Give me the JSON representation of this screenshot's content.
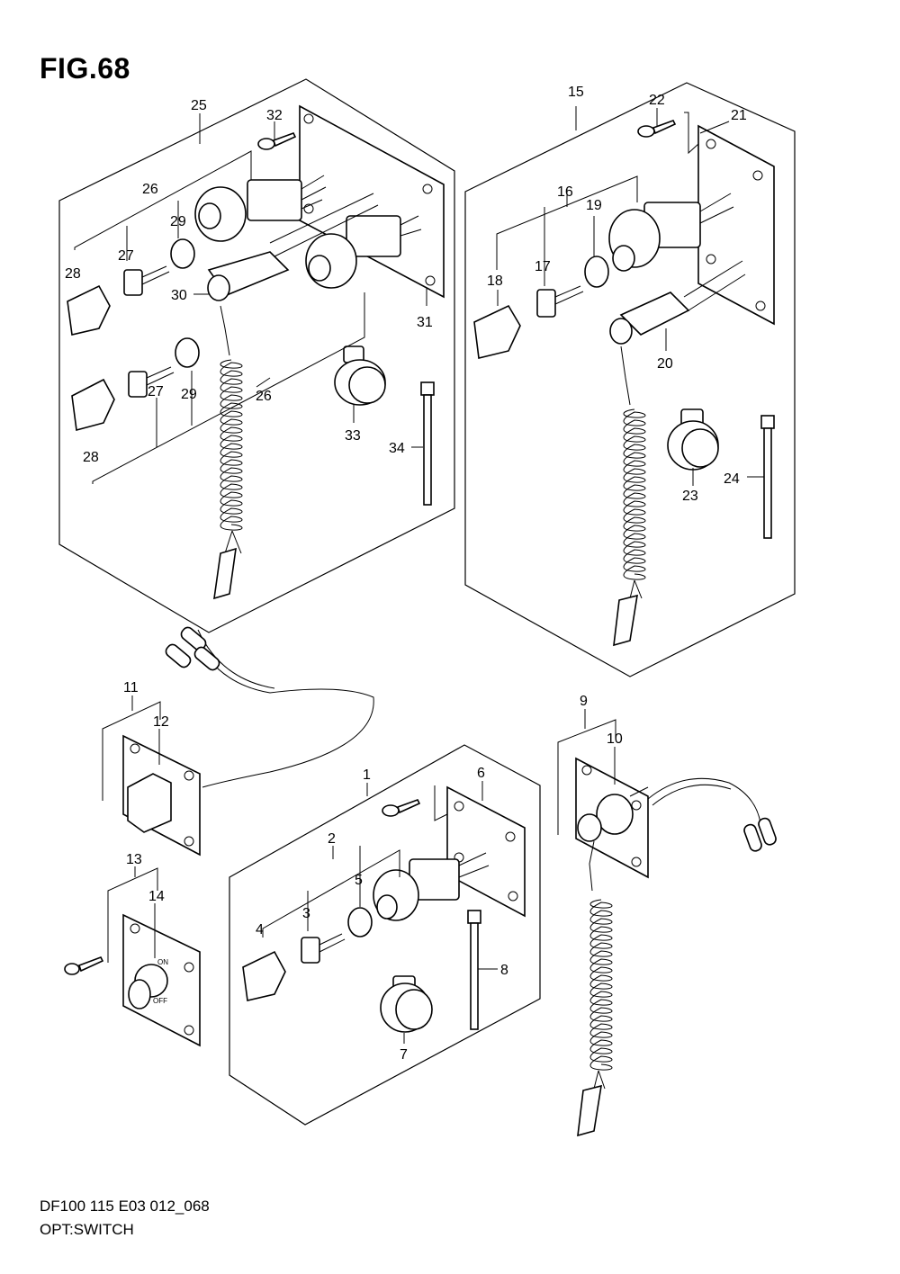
{
  "figure": {
    "title": "FIG.68",
    "code": "DF100 115 E03 012_068",
    "caption": "OPT:SWITCH"
  },
  "callouts": [
    {
      "id": "c1",
      "label": "1"
    },
    {
      "id": "c2",
      "label": "2"
    },
    {
      "id": "c3",
      "label": "3"
    },
    {
      "id": "c4",
      "label": "4"
    },
    {
      "id": "c5",
      "label": "5"
    },
    {
      "id": "c6",
      "label": "6"
    },
    {
      "id": "c7",
      "label": "7"
    },
    {
      "id": "c8",
      "label": "8"
    },
    {
      "id": "c9",
      "label": "9"
    },
    {
      "id": "c10",
      "label": "10"
    },
    {
      "id": "c11",
      "label": "11"
    },
    {
      "id": "c12",
      "label": "12"
    },
    {
      "id": "c13",
      "label": "13"
    },
    {
      "id": "c14",
      "label": "14"
    },
    {
      "id": "c15",
      "label": "15"
    },
    {
      "id": "c16",
      "label": "16"
    },
    {
      "id": "c17",
      "label": "17"
    },
    {
      "id": "c18",
      "label": "18"
    },
    {
      "id": "c19",
      "label": "19"
    },
    {
      "id": "c20",
      "label": "20"
    },
    {
      "id": "c21",
      "label": "21"
    },
    {
      "id": "c22",
      "label": "22"
    },
    {
      "id": "c23",
      "label": "23"
    },
    {
      "id": "c24",
      "label": "24"
    },
    {
      "id": "c25",
      "label": "25"
    },
    {
      "id": "c26a",
      "label": "26"
    },
    {
      "id": "c26b",
      "label": "26"
    },
    {
      "id": "c27a",
      "label": "27"
    },
    {
      "id": "c27b",
      "label": "27"
    },
    {
      "id": "c28a",
      "label": "28"
    },
    {
      "id": "c28b",
      "label": "28"
    },
    {
      "id": "c29a",
      "label": "29"
    },
    {
      "id": "c29b",
      "label": "29"
    },
    {
      "id": "c30",
      "label": "30"
    },
    {
      "id": "c31",
      "label": "31"
    },
    {
      "id": "c32",
      "label": "32"
    },
    {
      "id": "c33",
      "label": "33"
    },
    {
      "id": "c34",
      "label": "34"
    }
  ],
  "switch_labels": {
    "on": "ON",
    "off": "OFF"
  }
}
